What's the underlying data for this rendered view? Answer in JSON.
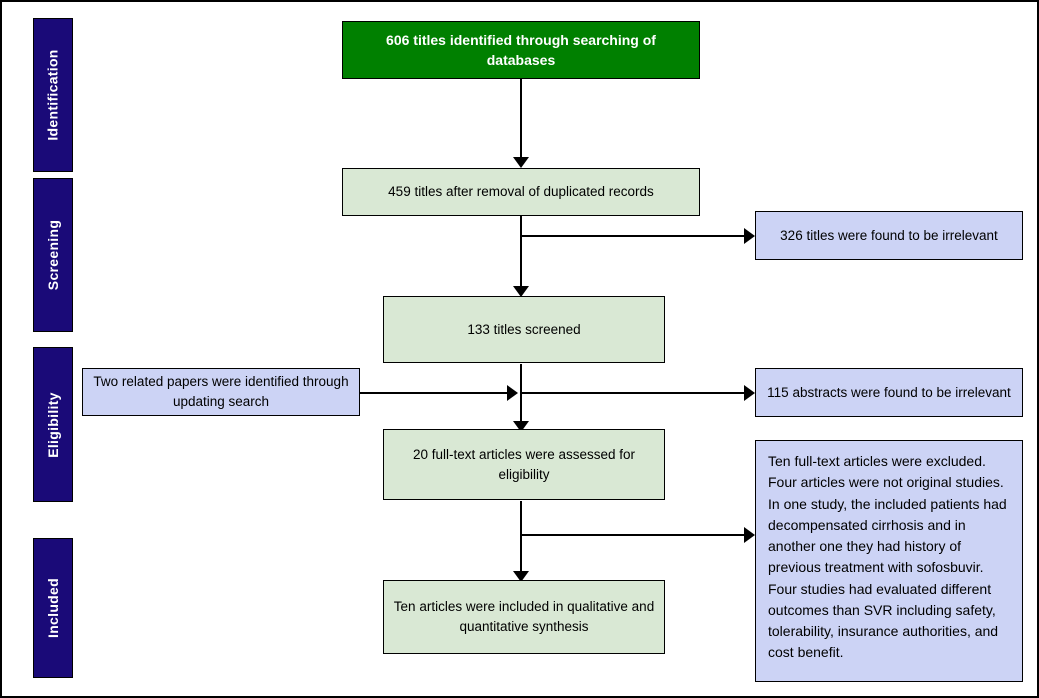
{
  "diagram": {
    "type": "prisma-flow-diagram",
    "colors": {
      "stage_bg": "#1a0a78",
      "header_box_bg": "#008000",
      "flow_box_bg": "#d9e8d4",
      "exclusion_box_bg": "#ccd3f5",
      "border": "#000000"
    }
  },
  "stages": [
    {
      "label": "Identification"
    },
    {
      "label": "Screening"
    },
    {
      "label": "Eligibility"
    },
    {
      "label": "Included"
    }
  ],
  "boxes": {
    "identified": "606 titles identified through searching of databases",
    "after_duplicates": "459 titles after removal of duplicated records",
    "titles_irrelevant": "326 titles were found to be irrelevant",
    "titles_screened": "133 titles screened",
    "updating_search": "Two related papers were identified through updating search",
    "abstracts_irrelevant": "115 abstracts were found to be irrelevant",
    "full_text_assessed": "20 full-text articles were assessed for eligibility",
    "excluded_detail": "Ten full-text articles were excluded. Four articles were not original studies. In one study, the included patients had decompensated cirrhosis and in another one they had history of previous treatment with sofosbuvir. Four studies had evaluated different outcomes than SVR including safety, tolerability, insurance authorities, and cost benefit.",
    "included_final": "Ten articles were included in qualitative and quantitative synthesis"
  },
  "counts": {
    "identified": 606,
    "after_duplicates": 459,
    "titles_irrelevant": 326,
    "titles_screened": 133,
    "updating_search": 2,
    "abstracts_irrelevant": 115,
    "full_text_assessed": 20,
    "full_text_excluded": 10,
    "included_final": 10
  }
}
